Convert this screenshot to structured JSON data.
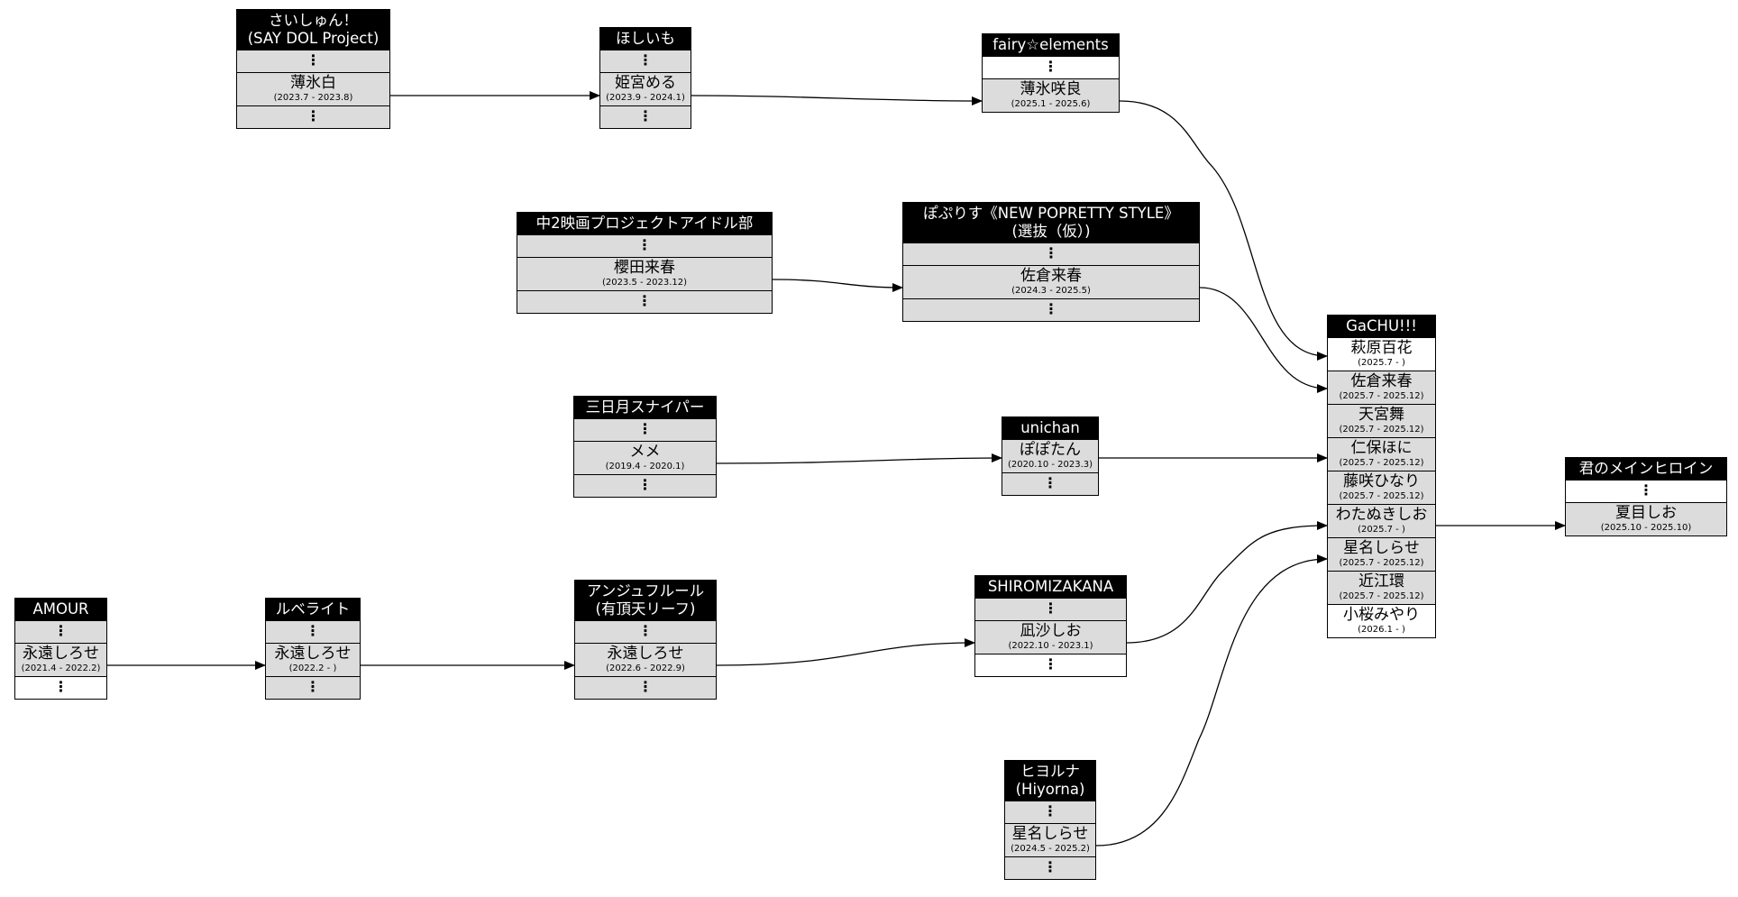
{
  "groups": {
    "saishun": {
      "title": "さいしゅん！\n(SAY DOL Project)",
      "members": [
        {
          "name": "薄氷白",
          "period": "(2023.7 - 2023.8)"
        }
      ]
    },
    "hoshiimo": {
      "title": "ほしいも",
      "members": [
        {
          "name": "姫宮める",
          "period": "(2023.9 - 2024.1)"
        }
      ]
    },
    "fairy": {
      "title": "fairy☆elements",
      "members": [
        {
          "name": "薄氷咲良",
          "period": "(2025.1 - 2025.6)"
        }
      ]
    },
    "chu2": {
      "title": "中2映画プロジェクトアイドル部",
      "members": [
        {
          "name": "櫻田来春",
          "period": "(2023.5 - 2023.12)"
        }
      ]
    },
    "popuris": {
      "title": "ぽぷりす《NEW POPRETTY STYLE》\n(選抜（仮）)",
      "members": [
        {
          "name": "佐倉来春",
          "period": "(2024.3 - 2025.5)"
        }
      ]
    },
    "mikazuki": {
      "title": "三日月スナイパー",
      "members": [
        {
          "name": "メメ",
          "period": "(2019.4 - 2020.1)"
        }
      ]
    },
    "unichan": {
      "title": "unichan",
      "members": [
        {
          "name": "ぽぽたん",
          "period": "(2020.10 - 2023.3)"
        }
      ]
    },
    "amour": {
      "title": "AMOUR",
      "members": [
        {
          "name": "永遠しろせ",
          "period": "(2021.4 - 2022.2)"
        }
      ]
    },
    "rubelight": {
      "title": "ルベライト",
      "members": [
        {
          "name": "永遠しろせ",
          "period": "(2022.2 - )"
        }
      ]
    },
    "anjyu": {
      "title": "アンジュフルール\n(有頂天リーフ)",
      "members": [
        {
          "name": "永遠しろせ",
          "period": "(2022.6 - 2022.9)"
        }
      ]
    },
    "shiromizakana": {
      "title": "SHIROMIZAKANA",
      "members": [
        {
          "name": "凪沙しお",
          "period": "(2022.10 - 2023.1)"
        }
      ]
    },
    "hiyoruna": {
      "title": "ヒヨルナ\n(Hiyorna)",
      "members": [
        {
          "name": "星名しらせ",
          "period": "(2024.5 - 2025.2)"
        }
      ]
    },
    "gachu": {
      "title": "GaCHU!!!",
      "members": [
        {
          "name": "萩原百花",
          "period": "(2025.7 - )"
        },
        {
          "name": "佐倉来春",
          "period": "(2025.7 - 2025.12)"
        },
        {
          "name": "天宮舞",
          "period": "(2025.7 - 2025.12)"
        },
        {
          "name": "仁保ほに",
          "period": "(2025.7 - 2025.12)"
        },
        {
          "name": "藤咲ひなり",
          "period": "(2025.7 - 2025.12)"
        },
        {
          "name": "わたぬきしお",
          "period": "(2025.7 - )"
        },
        {
          "name": "星名しらせ",
          "period": "(2025.7 - 2025.12)"
        },
        {
          "name": "近江環",
          "period": "(2025.7 - 2025.12)"
        },
        {
          "name": "小桜みやり",
          "period": "(2026.1 - )"
        }
      ]
    },
    "kimino": {
      "title": "君のメインヒロイン",
      "members": [
        {
          "name": "夏目しお",
          "period": "(2025.10 - 2025.10)"
        }
      ]
    }
  },
  "ellipsis": "⋮"
}
